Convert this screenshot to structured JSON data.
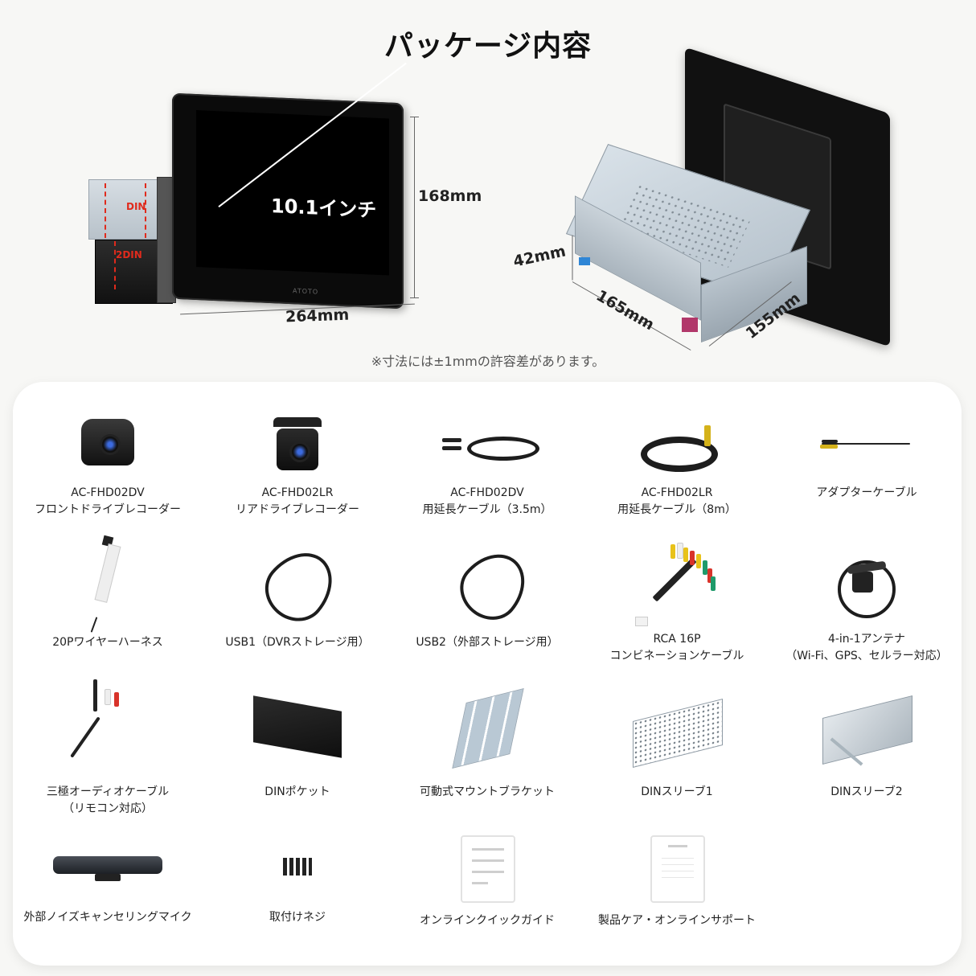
{
  "header": {
    "title": "パッケージ内容"
  },
  "hero": {
    "front": {
      "screen_size": "10.1インチ",
      "height_dim": "168mm",
      "width_dim": "264mm",
      "din_label": "DIN",
      "din2_label": "2DIN",
      "brand_mark": "ATOTO"
    },
    "rear": {
      "height_dim": "42mm",
      "depth_dim": "165mm",
      "width_dim": "155mm"
    },
    "tolerance_note": "※寸法には±1mmの許容差があります。"
  },
  "contents": {
    "items": [
      {
        "icon": "front-dashcam-icon",
        "lines": [
          "AC-FHD02DV",
          "フロントドライブレコーダー"
        ]
      },
      {
        "icon": "rear-dashcam-icon",
        "lines": [
          "AC-FHD02LR",
          "リアドライブレコーダー"
        ]
      },
      {
        "icon": "extension-cable-icon",
        "lines": [
          "AC-FHD02DV",
          "用延長ケーブル（3.5m）"
        ]
      },
      {
        "icon": "extension-cable-8m-icon",
        "lines": [
          "AC-FHD02LR",
          "用延長ケーブル（8m）"
        ]
      },
      {
        "icon": "adapter-cable-icon",
        "lines": [
          "アダプターケーブル"
        ]
      },
      {
        "icon": "wire-harness-icon",
        "lines": [
          "20Pワイヤーハーネス"
        ]
      },
      {
        "icon": "usb1-cable-icon",
        "lines": [
          "USB1（DVRストレージ用）"
        ]
      },
      {
        "icon": "usb2-cable-icon",
        "lines": [
          "USB2（外部ストレージ用）"
        ]
      },
      {
        "icon": "rca-cable-icon",
        "lines": [
          "RCA 16P",
          "コンビネーションケーブル"
        ]
      },
      {
        "icon": "antenna-icon",
        "lines": [
          "4-in-1アンテナ",
          "（Wi-Fi、GPS、セルラー対応）"
        ]
      },
      {
        "icon": "audio-cable-icon",
        "lines": [
          "三極オーディオケーブル",
          "（リモコン対応）"
        ]
      },
      {
        "icon": "din-pocket-icon",
        "lines": [
          "DINポケット"
        ]
      },
      {
        "icon": "mount-bracket-icon",
        "lines": [
          "可動式マウントブラケット"
        ]
      },
      {
        "icon": "din-sleeve-1-icon",
        "lines": [
          "DINスリーブ1"
        ]
      },
      {
        "icon": "din-sleeve-2-icon",
        "lines": [
          "DINスリーブ2"
        ]
      },
      {
        "icon": "microphone-icon",
        "lines": [
          "外部ノイズキャンセリングマイク"
        ]
      },
      {
        "icon": "screws-icon",
        "lines": [
          "取付けネジ"
        ]
      },
      {
        "icon": "quick-guide-icon",
        "lines": [
          "オンラインクイックガイド"
        ]
      },
      {
        "icon": "product-care-icon",
        "lines": [
          "製品ケア・オンラインサポート"
        ]
      }
    ]
  },
  "colors": {
    "page_bg": "#f7f7f5",
    "card_bg": "#ffffff",
    "din_marker": "#e02a1c",
    "text": "#222222"
  }
}
